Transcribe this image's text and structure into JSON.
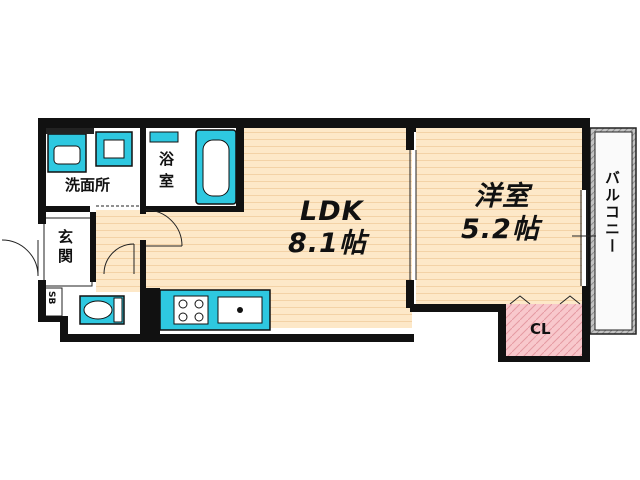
{
  "rooms": {
    "ldk_name": "LDK",
    "ldk_size": "8.1帖",
    "western_name": "洋室",
    "western_size": "5.2帖",
    "washroom": "洗面所",
    "bath_line1": "浴",
    "bath_line2": "室",
    "entrance_line1": "玄",
    "entrance_line2": "関",
    "shoe_box": "SB",
    "closet": "CL",
    "balcony": "バルコニー"
  },
  "colors": {
    "floor_wood": "#fde8c8",
    "closet_pink": "#f8c8cc",
    "fixture_cyan": "#2ec8e0",
    "wet_floor": "#ffffff",
    "balcony_gray": "#bdbdbd",
    "wall": "#111111"
  }
}
